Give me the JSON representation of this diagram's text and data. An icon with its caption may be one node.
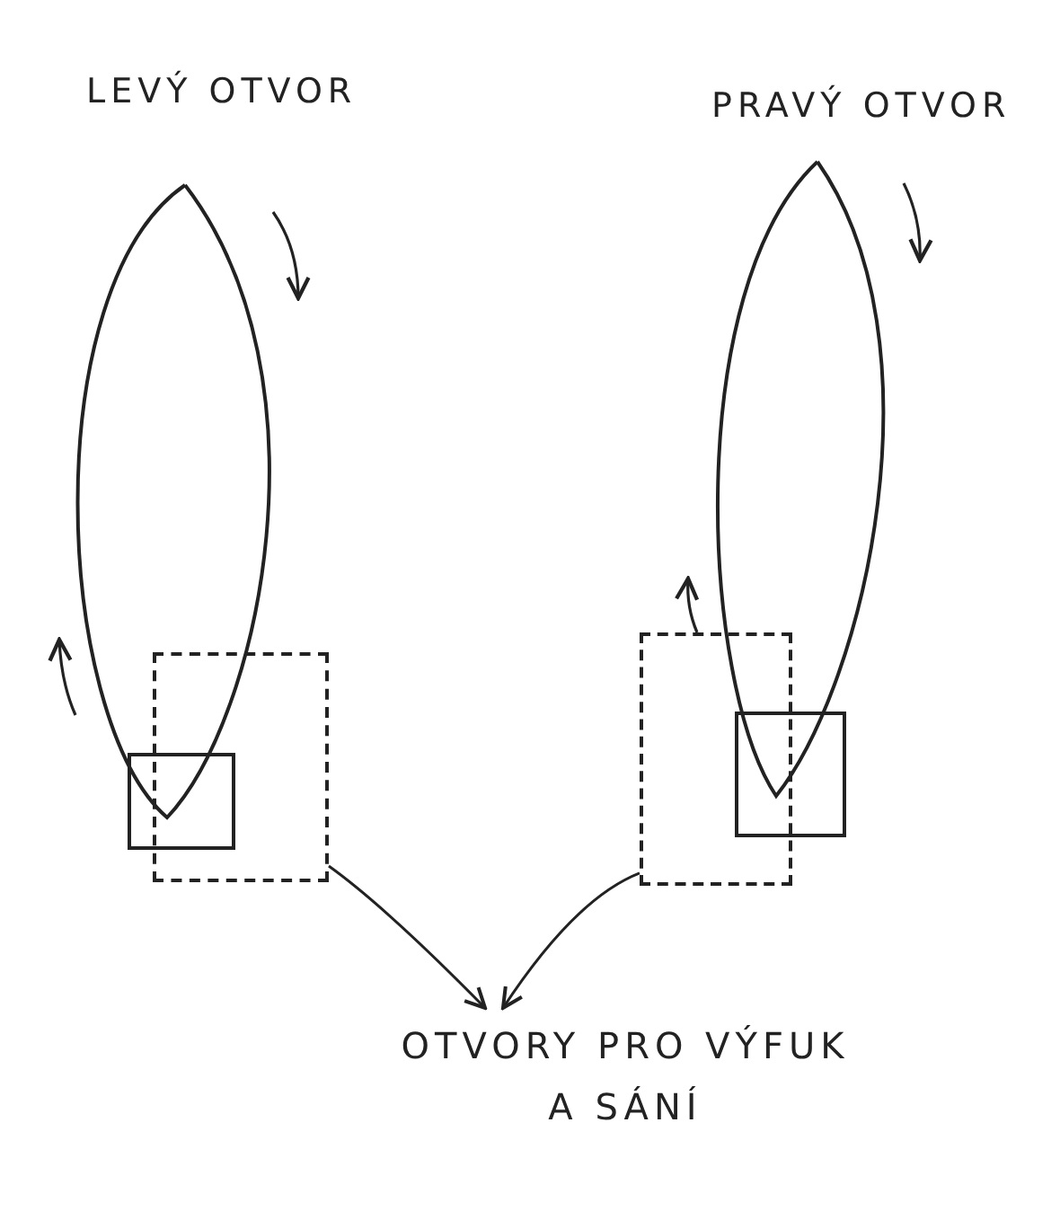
{
  "diagram": {
    "nodes": [
      {
        "text": [
          "OTVORY PRO VÝFUK A SÁNÍ"
        ]
      },
      {
        "text": [],
        "shape": "box"
      },
      {
        "text": [],
        "shape": "box"
      }
    ],
    "edges": [
      {
        "from": 1,
        "to": 0,
        "arrow": "to"
      },
      {
        "from": 2,
        "to": 0,
        "arrow": "to"
      }
    ],
    "labels": [
      "LEVÝ OTVOR",
      "PRAVÝ OTVOR"
    ]
  }
}
